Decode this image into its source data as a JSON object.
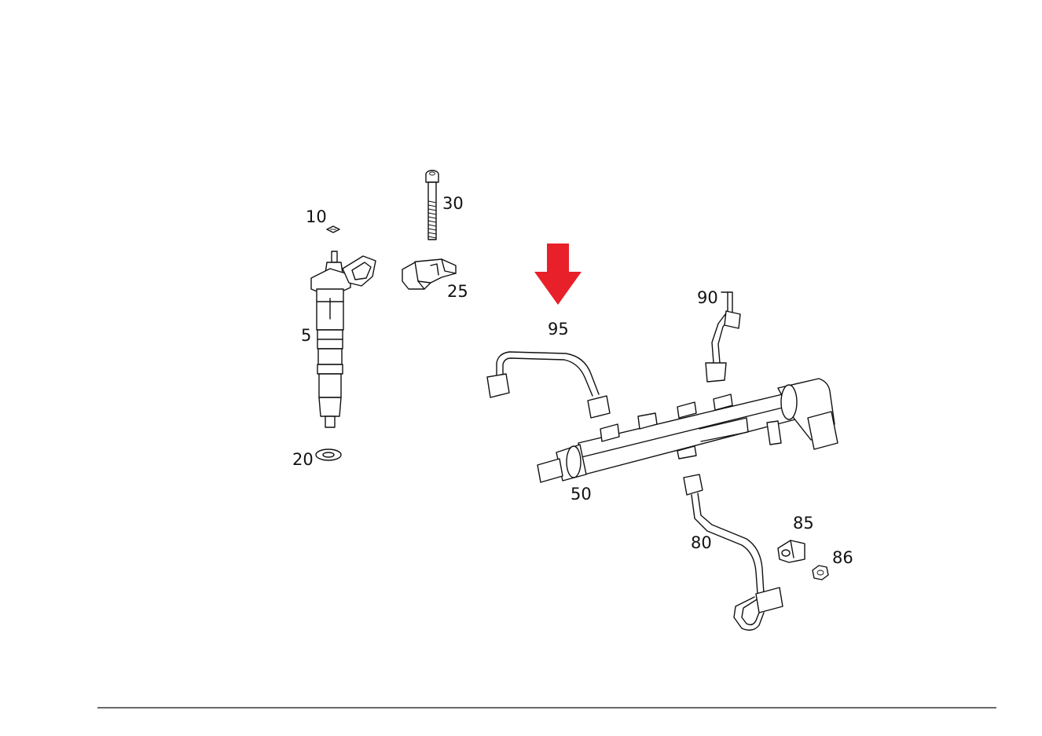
{
  "labels": {
    "p5": "5",
    "p10": "10",
    "p20": "20",
    "p25": "25",
    "p30": "30",
    "p50": "50",
    "p80": "80",
    "p85": "85",
    "p86": "86",
    "p90": "90",
    "p95": "95"
  },
  "colors": {
    "highlight_arrow": "#e8202a",
    "line": "#111111",
    "background": "#ffffff"
  }
}
